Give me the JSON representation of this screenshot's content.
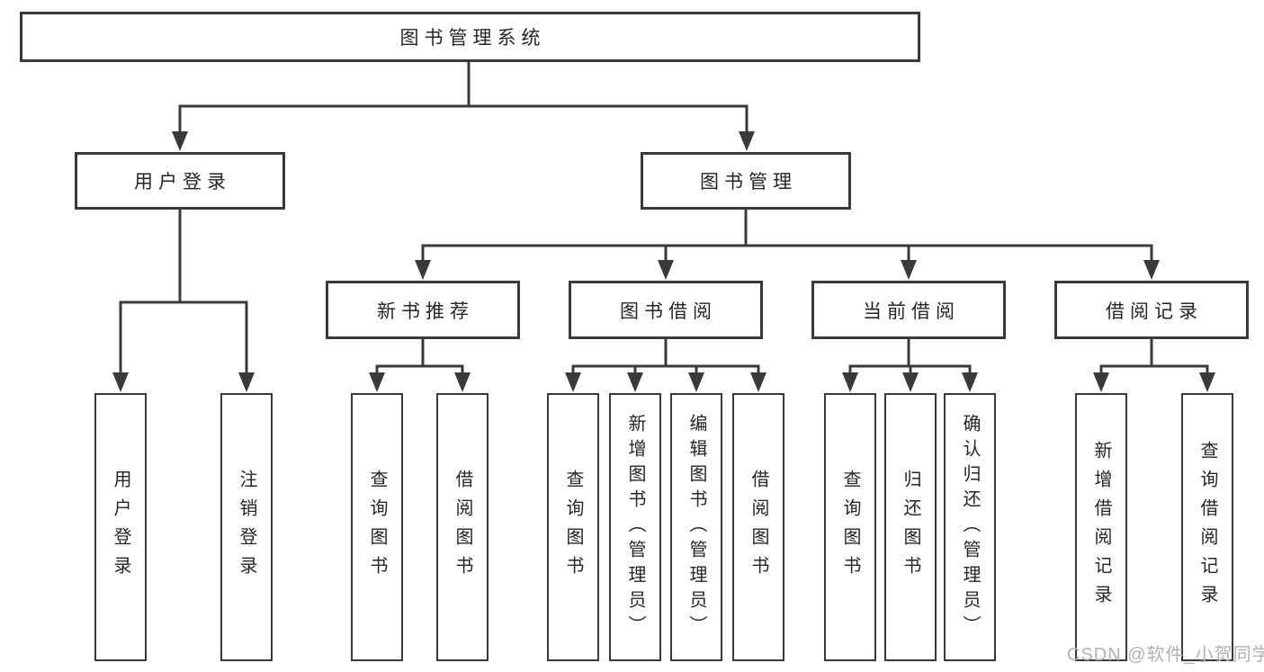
{
  "tree": {
    "label": "图书管理系统",
    "children": [
      {
        "label": "用户登录",
        "children": [
          {
            "label": "用户登录"
          },
          {
            "label": "注销登录"
          }
        ]
      },
      {
        "label": "图书管理",
        "children": [
          {
            "label": "新书推荐",
            "children": [
              {
                "label": "查询图书"
              },
              {
                "label": "借阅图书"
              }
            ]
          },
          {
            "label": "图书借阅",
            "children": [
              {
                "label": "查询图书"
              },
              {
                "label": "新增图书（管理员）"
              },
              {
                "label": "编辑图书（管理员）"
              },
              {
                "label": "借阅图书"
              }
            ]
          },
          {
            "label": "当前借阅",
            "children": [
              {
                "label": "查询图书"
              },
              {
                "label": "归还图书"
              },
              {
                "label": "确认归还（管理员）"
              }
            ]
          },
          {
            "label": "借阅记录",
            "children": [
              {
                "label": "新增借阅记录"
              },
              {
                "label": "查询借阅记录"
              }
            ]
          }
        ]
      }
    ]
  },
  "watermark": "CSDN @软件_小贺同学",
  "colors": {
    "line": "#3a3a3a",
    "text": "#262626",
    "watermark": "#b2b2b2",
    "background": "#ffffff"
  }
}
